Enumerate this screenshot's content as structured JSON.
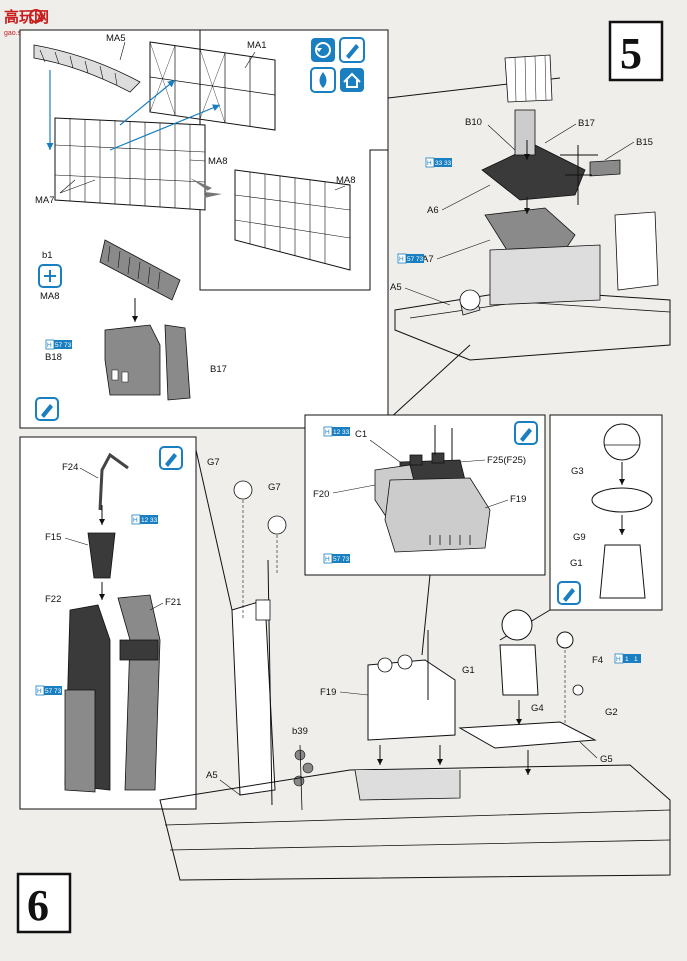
{
  "watermark": {
    "logo_text": "高玩网",
    "url": "gao.shou.com"
  },
  "step5": {
    "number": "5",
    "labels": {
      "ma5": "MA5",
      "ma1": "MA1",
      "ma8_top": "MA8",
      "ma8_right": "MA8",
      "ma7": "MA7",
      "b1": "b1",
      "ma8_ref": "MA8",
      "b18": "B18",
      "b17_small": "B17",
      "b10": "B10",
      "b17": "B17",
      "b15": "B15",
      "a6": "A6",
      "a7": "A7",
      "a5": "A5"
    },
    "paint_refs": {
      "b10": [
        "H",
        "33",
        "33"
      ],
      "a7": [
        "H",
        "57",
        "73"
      ],
      "b18": [
        "H",
        "57",
        "73"
      ]
    }
  },
  "step6": {
    "number": "6",
    "labels": {
      "f24": "F24",
      "f15": "F15",
      "f22": "F22",
      "f21": "F21",
      "g7a": "G7",
      "g7b": "G7",
      "c1": "C1",
      "f25": "F25(F25)",
      "f20": "F20",
      "f19_box": "F19",
      "g3": "G3",
      "g9": "G9",
      "g1_box": "G1",
      "f4": "F4",
      "g1": "G1",
      "g4": "G4",
      "g2": "G2",
      "g5": "G5",
      "f19": "F19",
      "b39": "b39",
      "a5": "A5"
    },
    "paint_refs": {
      "f15": [
        "H",
        "12",
        "33"
      ],
      "f22": [
        "H",
        "57",
        "73"
      ],
      "c1": [
        "H",
        "12",
        "33"
      ],
      "f20": [
        "H",
        "57",
        "73"
      ],
      "f4": [
        "H",
        "1",
        "1"
      ]
    }
  },
  "colors": {
    "paper": "#efeeea",
    "ink": "#111111",
    "paint_badge": "#1a7fc1",
    "watermark": "#c81e1e",
    "part_gray": "#8a8a8a",
    "part_dark": "#3a3a3a"
  },
  "icons": [
    "rotate-icon",
    "glue-icon",
    "paint-drop-icon",
    "house-icon",
    "connect-icon"
  ]
}
